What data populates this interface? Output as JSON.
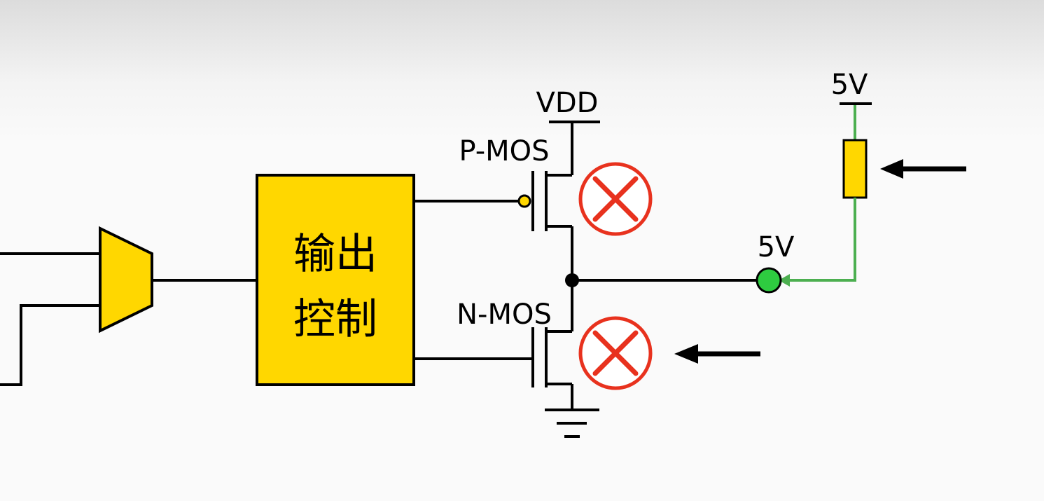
{
  "labels": {
    "vdd": "VDD",
    "pmos": "P-MOS",
    "nmos": "N-MOS",
    "supply_5v": "5V",
    "pin_5v": "5V",
    "control_line1": "输出",
    "control_line2": "控制"
  },
  "colors": {
    "block_fill": "#FFD700",
    "pullup_wire": "#4CAF50",
    "pin_fill": "#2ECC40",
    "off_mark": "#E8321E",
    "wire": "#000000"
  },
  "icons": {
    "pmos_state": "cross-circle-icon",
    "nmos_state": "cross-circle-icon",
    "pullup_arrow": "arrow-left-icon",
    "nmos_arrow": "arrow-left-icon",
    "ground": "ground-icon"
  }
}
